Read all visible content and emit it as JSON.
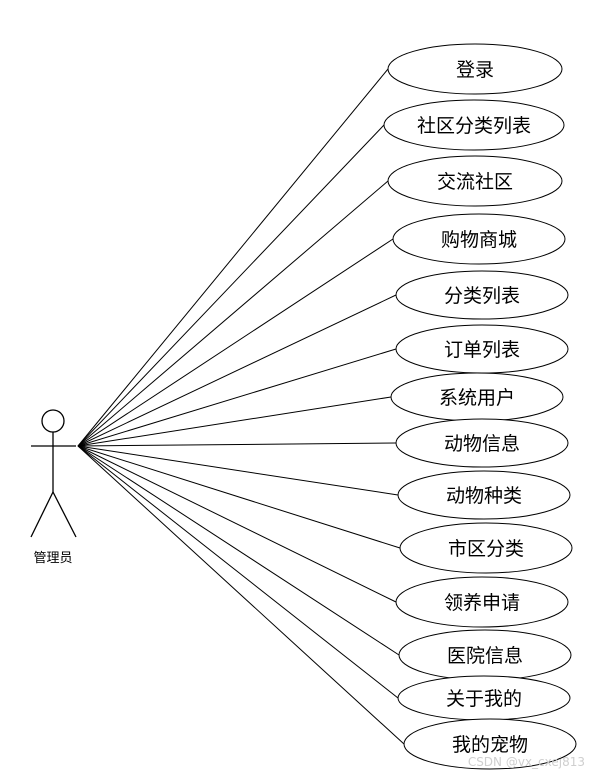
{
  "actor": {
    "label": "管理员"
  },
  "use_cases": [
    {
      "id": "uc-login",
      "label": "登录"
    },
    {
      "id": "uc-community-category-list",
      "label": "社区分类列表"
    },
    {
      "id": "uc-exchange-community",
      "label": "交流社区"
    },
    {
      "id": "uc-shopping-mall",
      "label": "购物商城"
    },
    {
      "id": "uc-category-list",
      "label": "分类列表"
    },
    {
      "id": "uc-order-list",
      "label": "订单列表"
    },
    {
      "id": "uc-system-users",
      "label": "系统用户"
    },
    {
      "id": "uc-animal-info",
      "label": "动物信息"
    },
    {
      "id": "uc-animal-species",
      "label": "动物种类"
    },
    {
      "id": "uc-city-district-category",
      "label": "市区分类"
    },
    {
      "id": "uc-adoption-application",
      "label": "领养申请"
    },
    {
      "id": "uc-hospital-info",
      "label": "医院信息"
    },
    {
      "id": "uc-about-me",
      "label": "关于我的"
    },
    {
      "id": "uc-my-pets",
      "label": "我的宠物"
    }
  ],
  "watermark": "CSDN @vx_cxej813"
}
